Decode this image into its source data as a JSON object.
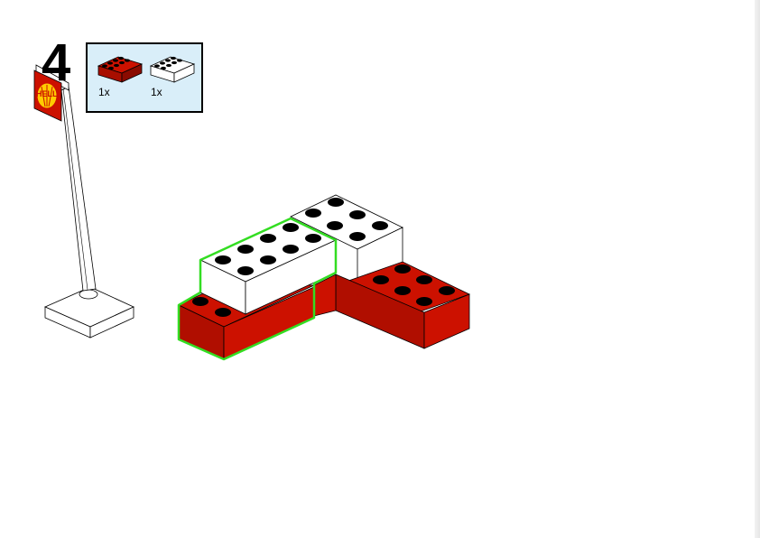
{
  "step": {
    "number": "4"
  },
  "parts_list": [
    {
      "name": "red-brick-2x4",
      "quantity": "1x",
      "color": "#cc1100"
    },
    {
      "name": "white-brick-2x4",
      "quantity": "1x",
      "color": "#ffffff"
    }
  ],
  "colors": {
    "brick_red": "#cc1100",
    "brick_white": "#ffffff",
    "highlight_outline": "#33dd22",
    "parts_box_bg": "#d9eef9",
    "stud_top": "#000000"
  },
  "sign": {
    "logo_text": "HELL"
  }
}
